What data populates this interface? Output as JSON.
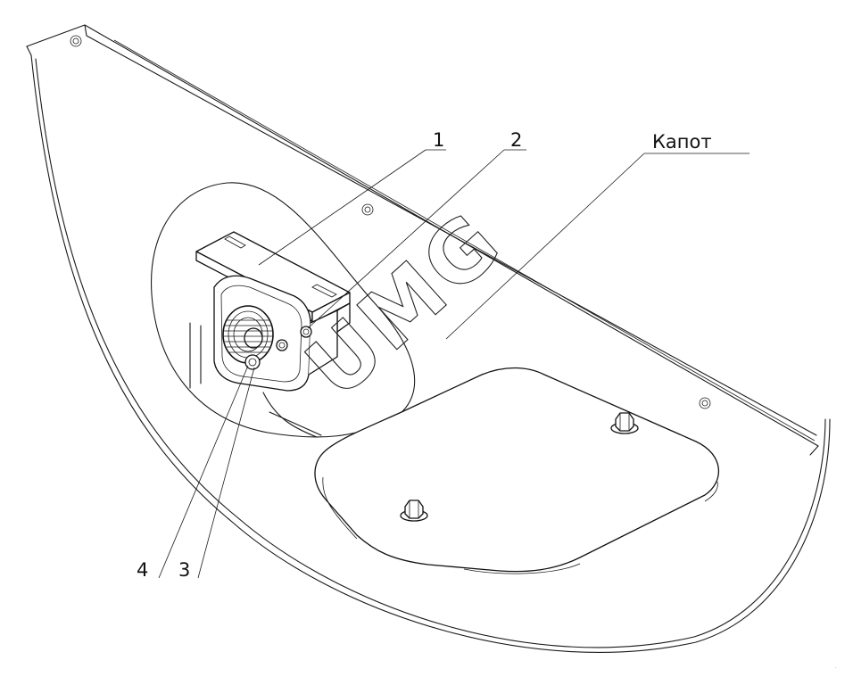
{
  "callouts": {
    "c1": "1",
    "c2": "2",
    "c3": "3",
    "c4": "4",
    "hood": "Капот"
  },
  "watermark": "UMG",
  "icons": {
    "grille": "speaker-grille-icon",
    "bolt": "hex-bolt-icon"
  }
}
